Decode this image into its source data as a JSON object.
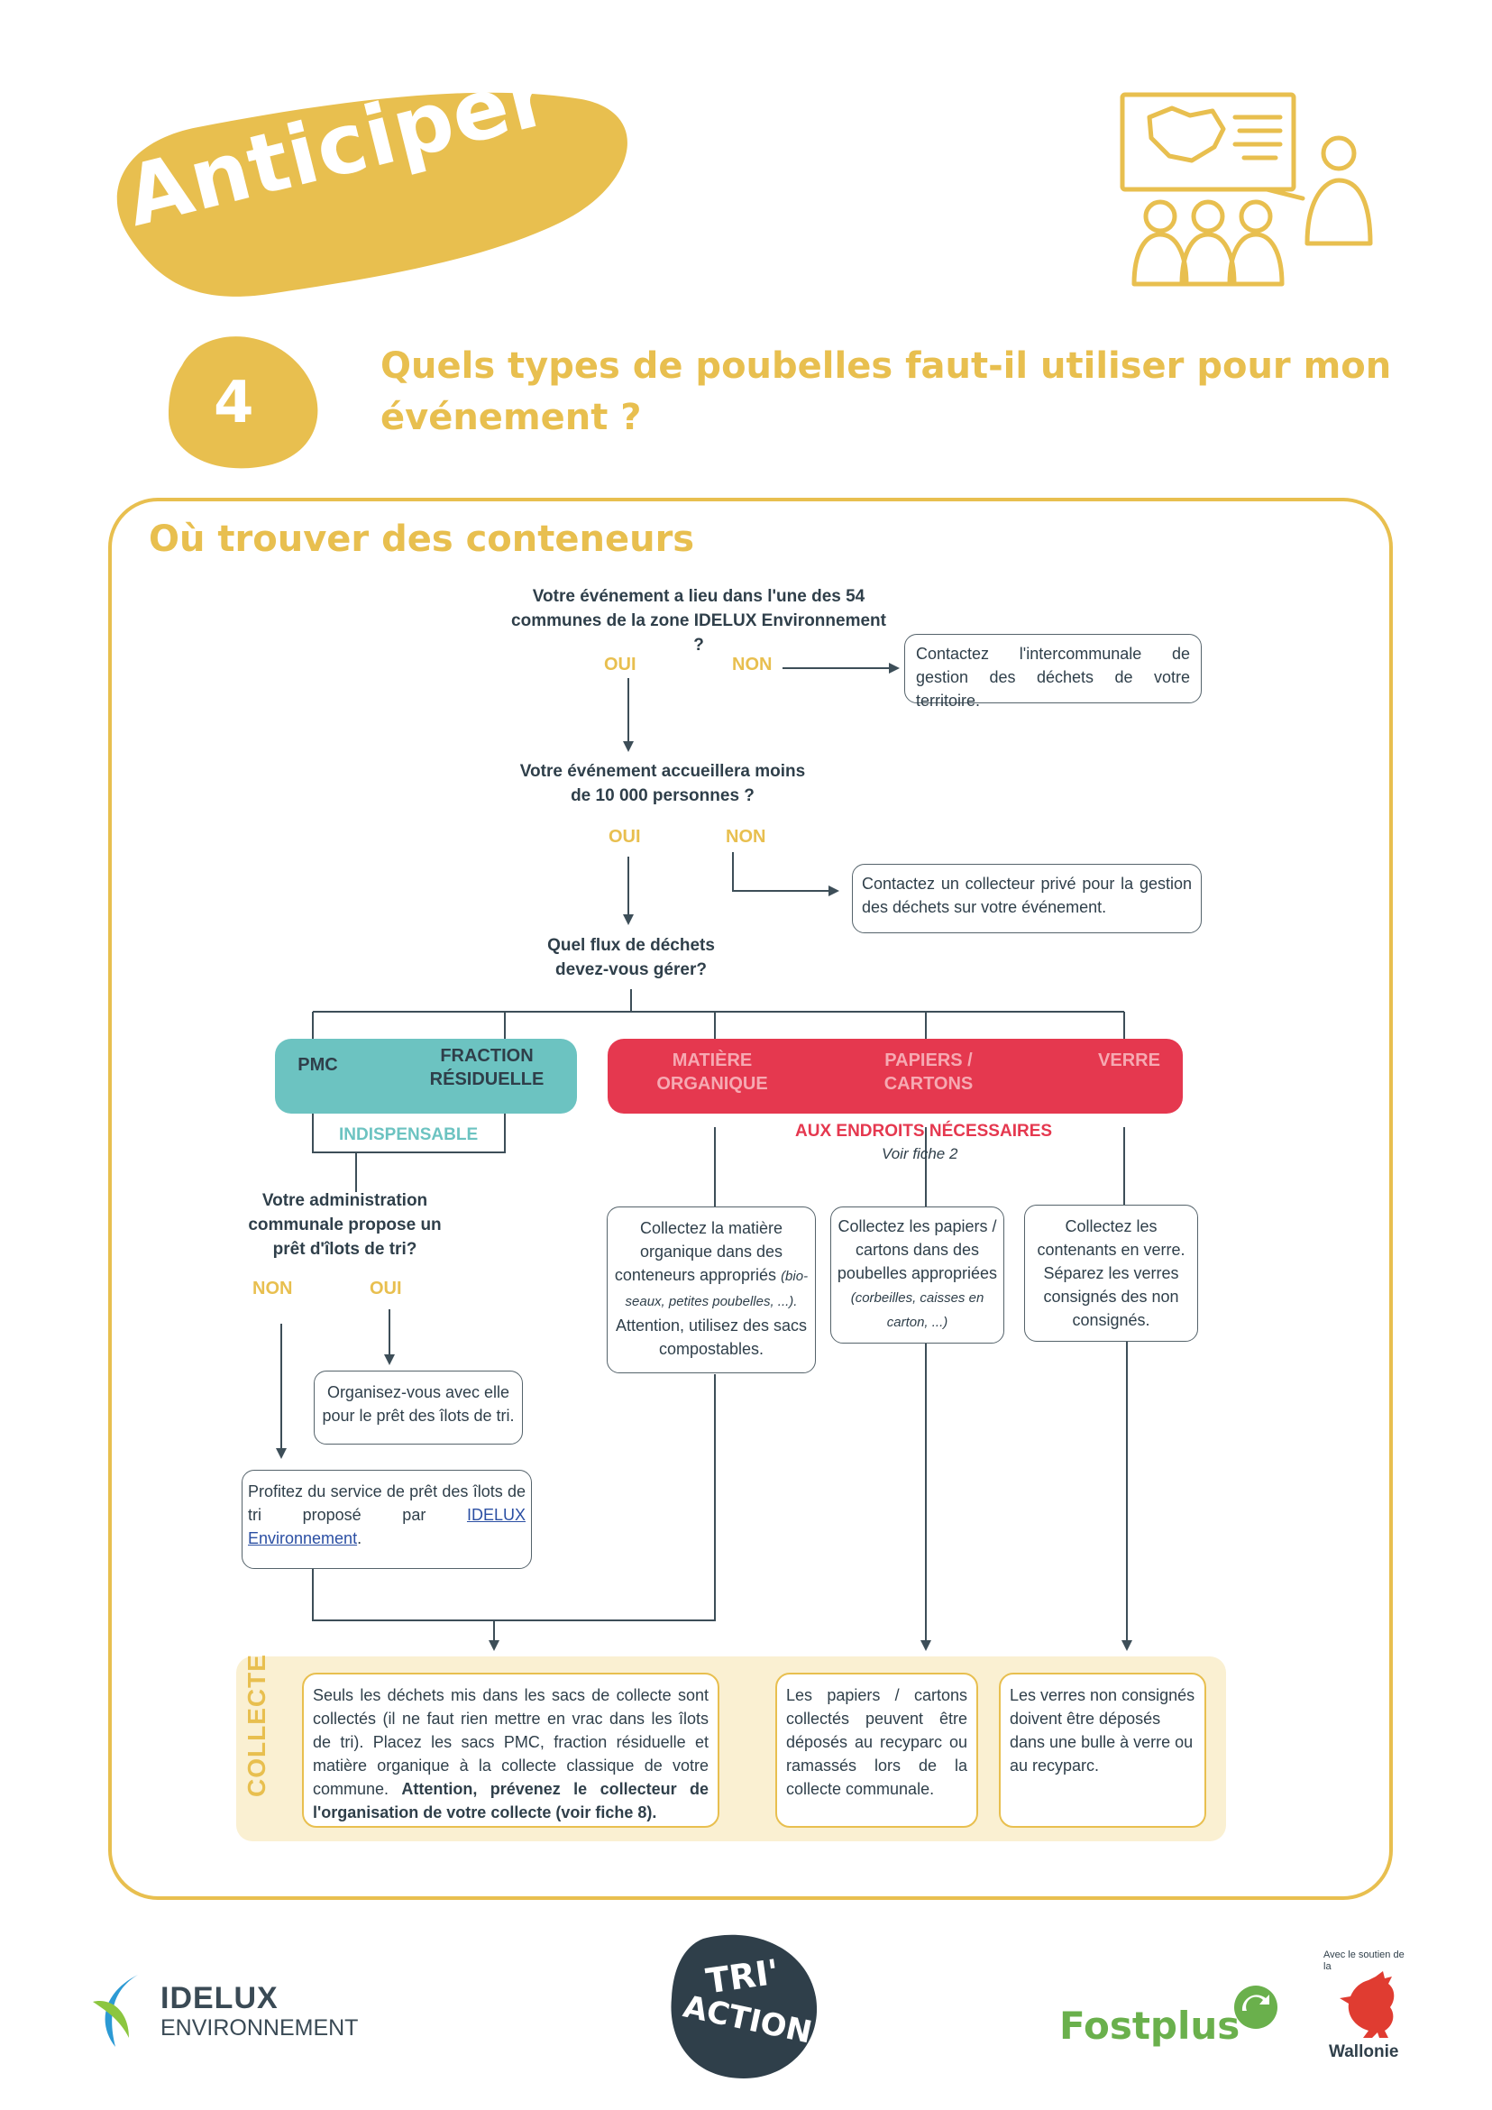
{
  "header": {
    "badge": "Anticiper",
    "number": "4",
    "title_line1": "Quels types de poubelles faut-il utiliser pour mon",
    "title_line2": "événement ?"
  },
  "section": {
    "title": "Où trouver des conteneurs"
  },
  "flow": {
    "q1": "Votre événement a lieu dans l'une des 54 communes de la zone IDELUX Environnement ?",
    "q1_oui": "OUI",
    "q1_non": "NON",
    "q1_non_box": "Contactez l'intercommunale de gestion des déchets de votre territoire.",
    "q2": "Votre événement accueillera moins de 10 000 personnes ?",
    "q2_oui": "OUI",
    "q2_non": "NON",
    "q2_non_box": "Contactez un collecteur privé pour la gestion des déchets sur votre événement.",
    "q3": "Quel flux de déchets devez-vous gérer?",
    "pmc": "PMC",
    "fraction": "FRACTION RÉSIDUELLE",
    "matiere": "MATIÈRE ORGANIQUE",
    "papiers": "PAPIERS / CARTONS",
    "verre": "VERRE",
    "indispensable": "INDISPENSABLE",
    "endroits": "AUX ENDROITS NÉCESSAIRES",
    "voir_fiche": "Voir fiche 2",
    "q4": "Votre administration communale propose un prêt d'îlots de tri?",
    "q4_non": "NON",
    "q4_oui": "OUI",
    "organisez": "Organisez-vous avec elle pour le prêt des îlots de tri.",
    "profitez_text": "Profitez du service de prêt des îlots de tri proposé par",
    "profitez_link": "IDELUX Environnement",
    "profitez_end": ".",
    "matiere_box_1": "Collectez la matière organique dans des conteneurs appropriés",
    "matiere_box_2": "(bio-seaux, petites poubelles, ...).",
    "matiere_box_3": "Attention, utilisez des sacs compostables.",
    "papiers_box_1": "Collectez les papiers / cartons dans des poubelles appropriées",
    "papiers_box_2": "(corbeilles, caisses en carton, ...)",
    "verre_box": "Collectez les contenants en verre. Séparez les verres consignés des non consignés."
  },
  "collecte": {
    "label": "COLLECTE",
    "box1_normal": "Seuls les déchets mis dans les sacs de collecte sont collectés (il ne faut rien mettre en vrac dans les îlots de tri). Placez les sacs PMC, fraction résiduelle et matière organique à la collecte classique de votre commune.",
    "box1_bold": "Attention, prévenez le collecteur de l'organisation de votre collecte (voir fiche 8).",
    "box2": "Les papiers / cartons collectés peuvent être déposés au recyparc ou ramassés lors de la collecte communale.",
    "box3": "Les verres non consignés doivent être déposés dans une bulle à verre ou au recyparc."
  },
  "footer": {
    "idelux_1": "IDELUX",
    "idelux_2": "ENVIRONNEMENT",
    "triaction_1": "TRI'",
    "triaction_2": "ACTION",
    "fostplus": "Fostplus",
    "soutien": "Avec le soutien de la",
    "wallonie": "Wallonie"
  },
  "colors": {
    "yellow": "#e8bf4f",
    "teal": "#6cc3c1",
    "red": "#e5384f",
    "dark": "#2f3f4a",
    "light_yellow": "#faf0d2"
  },
  "icons": [
    "teaching-presentation-icon",
    "idelux-logo-icon",
    "fostplus-recycle-icon",
    "wallonie-rooster-icon"
  ]
}
